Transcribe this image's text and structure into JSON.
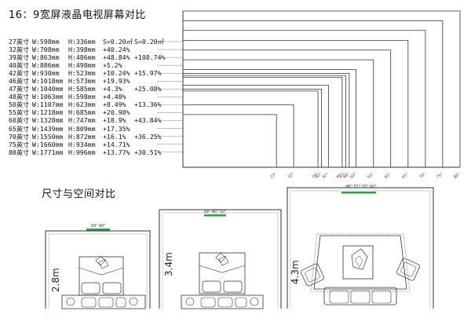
{
  "title": "16：9宽屏液晶电视屏幕对比",
  "subtitle": "尺寸与空间对比",
  "specs": [
    {
      "size": "27英寸",
      "w": "W:598mm",
      "h": "H:336mm",
      "pct": "S=0.20㎡",
      "pct2": "S=0.20㎡"
    },
    {
      "size": "32英寸",
      "w": "W:708mm",
      "h": "H:398mm",
      "pct": "+40.24%",
      "pct2": ""
    },
    {
      "size": "39英寸",
      "w": "W:863mm",
      "h": "H:486mm",
      "pct": "+48.84%",
      "pct2": "+108.74%"
    },
    {
      "size": "40英寸",
      "w": "W:886mm",
      "h": "H:498mm",
      "pct": "+5.2%",
      "pct2": ""
    },
    {
      "size": "42英寸",
      "w": "W:930mm",
      "h": "H:523mm",
      "pct": "+10.24%",
      "pct2": "+15.97%"
    },
    {
      "size": "46英寸",
      "w": "W:1018mm",
      "h": "H:573mm",
      "pct": "+19.93%",
      "pct2": ""
    },
    {
      "size": "47英寸",
      "w": "W:1040mm",
      "h": "H:585mm",
      "pct": "+4.3%",
      "pct2": "+25.08%"
    },
    {
      "size": "48英寸",
      "w": "W:1063mm",
      "h": "H:598mm",
      "pct": "+4.48%",
      "pct2": ""
    },
    {
      "size": "50英寸",
      "w": "W:1107mm",
      "h": "H:623mm",
      "pct": "+8.49%",
      "pct2": "+13.36%"
    },
    {
      "size": "55英寸",
      "w": "W:1218mm",
      "h": "H:685mm",
      "pct": "+20.98%",
      "pct2": ""
    },
    {
      "size": "60英寸",
      "w": "W:1328mm",
      "h": "H:747mm",
      "pct": "+18.9%",
      "pct2": "+43.84%"
    },
    {
      "size": "65英寸",
      "w": "W:1439mm",
      "h": "H:809mm",
      "pct": "+17.35%",
      "pct2": ""
    },
    {
      "size": "70英寸",
      "w": "W:1550mm",
      "h": "H:872mm",
      "pct": "+16.1%",
      "pct2": "+36.25%"
    },
    {
      "size": "75英寸",
      "w": "W:1660mm",
      "h": "H:934mm",
      "pct": "+14.71%",
      "pct2": ""
    },
    {
      "size": "80英寸",
      "w": "W:1771mm",
      "h": "H:996mm",
      "pct": "+13.77%",
      "pct2": "+30.51%"
    }
  ],
  "axis_ticks": [
    "27\"",
    "32\"",
    "39\"",
    "40\"",
    "42\"",
    "46\"",
    "47\"",
    "48\"",
    "50\"",
    "55\"",
    "60\"",
    "65\"",
    "70\"",
    "75\"",
    "80\""
  ],
  "rooms": [
    {
      "height_label": "2.8m",
      "tv_label": "39\" 46\""
    },
    {
      "height_label": "3.4m",
      "tv_label": "39\" 46\" 50\""
    },
    {
      "height_label": "4.3m",
      "tv_label": "46\" 55\" 55\" 60\""
    }
  ],
  "colors": {
    "tv_bar": "#1faa3a",
    "line": "#333333"
  }
}
